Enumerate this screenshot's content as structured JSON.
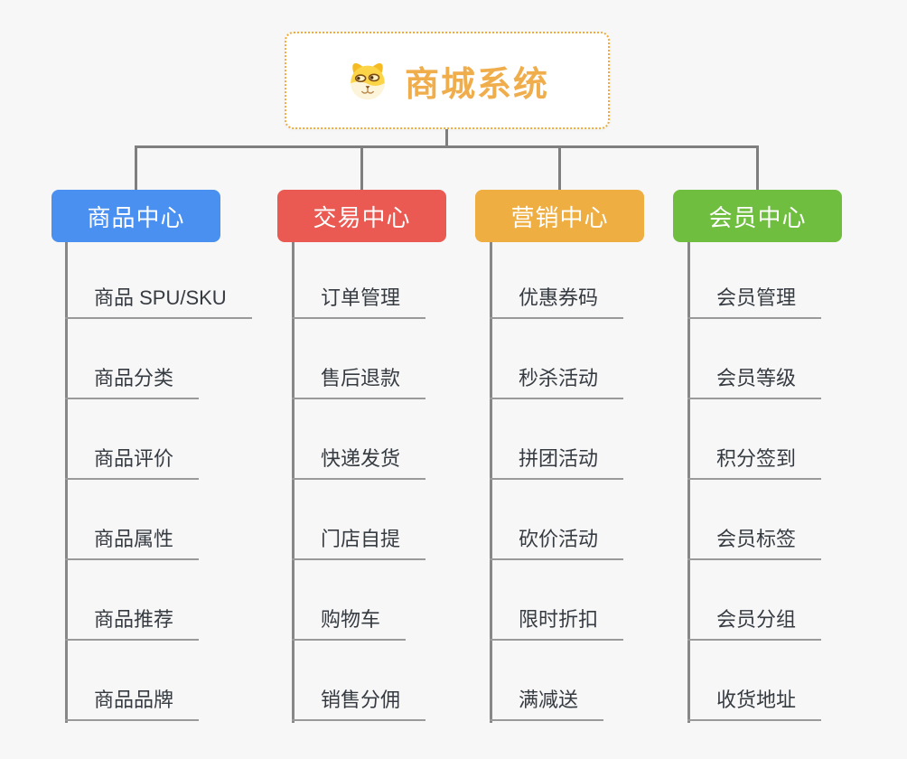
{
  "root": {
    "title": "商城系统",
    "icon": "doge-face-icon",
    "title_color": "#f0ad4c",
    "border_color": "#f3a93c"
  },
  "colors": {
    "background": "#f7f7f7",
    "connector": "#7f7f7f",
    "leaf_underline": "#9a9a9a",
    "leaf_text": "#363b42"
  },
  "branches": [
    {
      "label": "商品中心",
      "color": "#4a90f0",
      "items": [
        "商品 SPU/SKU",
        "商品分类",
        "商品评价",
        "商品属性",
        "商品推荐",
        "商品品牌"
      ]
    },
    {
      "label": "交易中心",
      "color": "#ea5a52",
      "items": [
        "订单管理",
        "售后退款",
        "快递发货",
        "门店自提",
        "购物车",
        "销售分佣"
      ]
    },
    {
      "label": "营销中心",
      "color": "#eeae41",
      "items": [
        "优惠券码",
        "秒杀活动",
        "拼团活动",
        "砍价活动",
        "限时折扣",
        "满减送"
      ]
    },
    {
      "label": "会员中心",
      "color": "#6fbe3f",
      "items": [
        "会员管理",
        "会员等级",
        "积分签到",
        "会员标签",
        "会员分组",
        "收货地址"
      ]
    }
  ]
}
